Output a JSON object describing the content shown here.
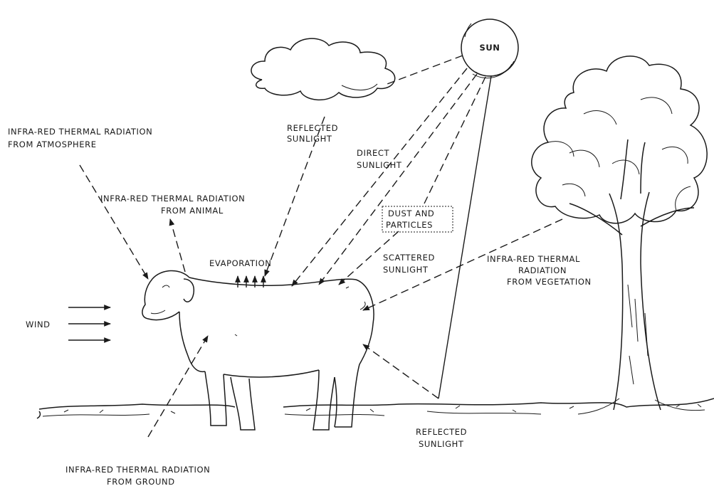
{
  "labels": {
    "sun": "SUN",
    "reflected_sunlight_cloud": [
      "REFLECTED",
      "SUNLIGHT"
    ],
    "direct_sunlight": [
      "DIRECT",
      "SUNLIGHT"
    ],
    "ir_atmosphere": [
      "INFRA-RED THERMAL RADIATION",
      "FROM  ATMOSPHERE"
    ],
    "ir_animal": [
      "INFRA-RED THERMAL RADIATION",
      "FROM  ANIMAL"
    ],
    "dust": [
      "DUST AND",
      "PARTICLES"
    ],
    "scattered_sunlight": [
      "SCATTERED",
      "SUNLIGHT"
    ],
    "ir_vegetation": [
      "INFRA-RED THERMAL",
      "RADIATION",
      "FROM VEGETATION"
    ],
    "evaporation": "EVAPORATION",
    "wind": "WIND",
    "reflected_sunlight_ground": [
      "REFLECTED",
      "SUNLIGHT"
    ],
    "ir_ground": [
      "INFRA-RED THERMAL  RADIATION",
      "FROM GROUND"
    ]
  }
}
